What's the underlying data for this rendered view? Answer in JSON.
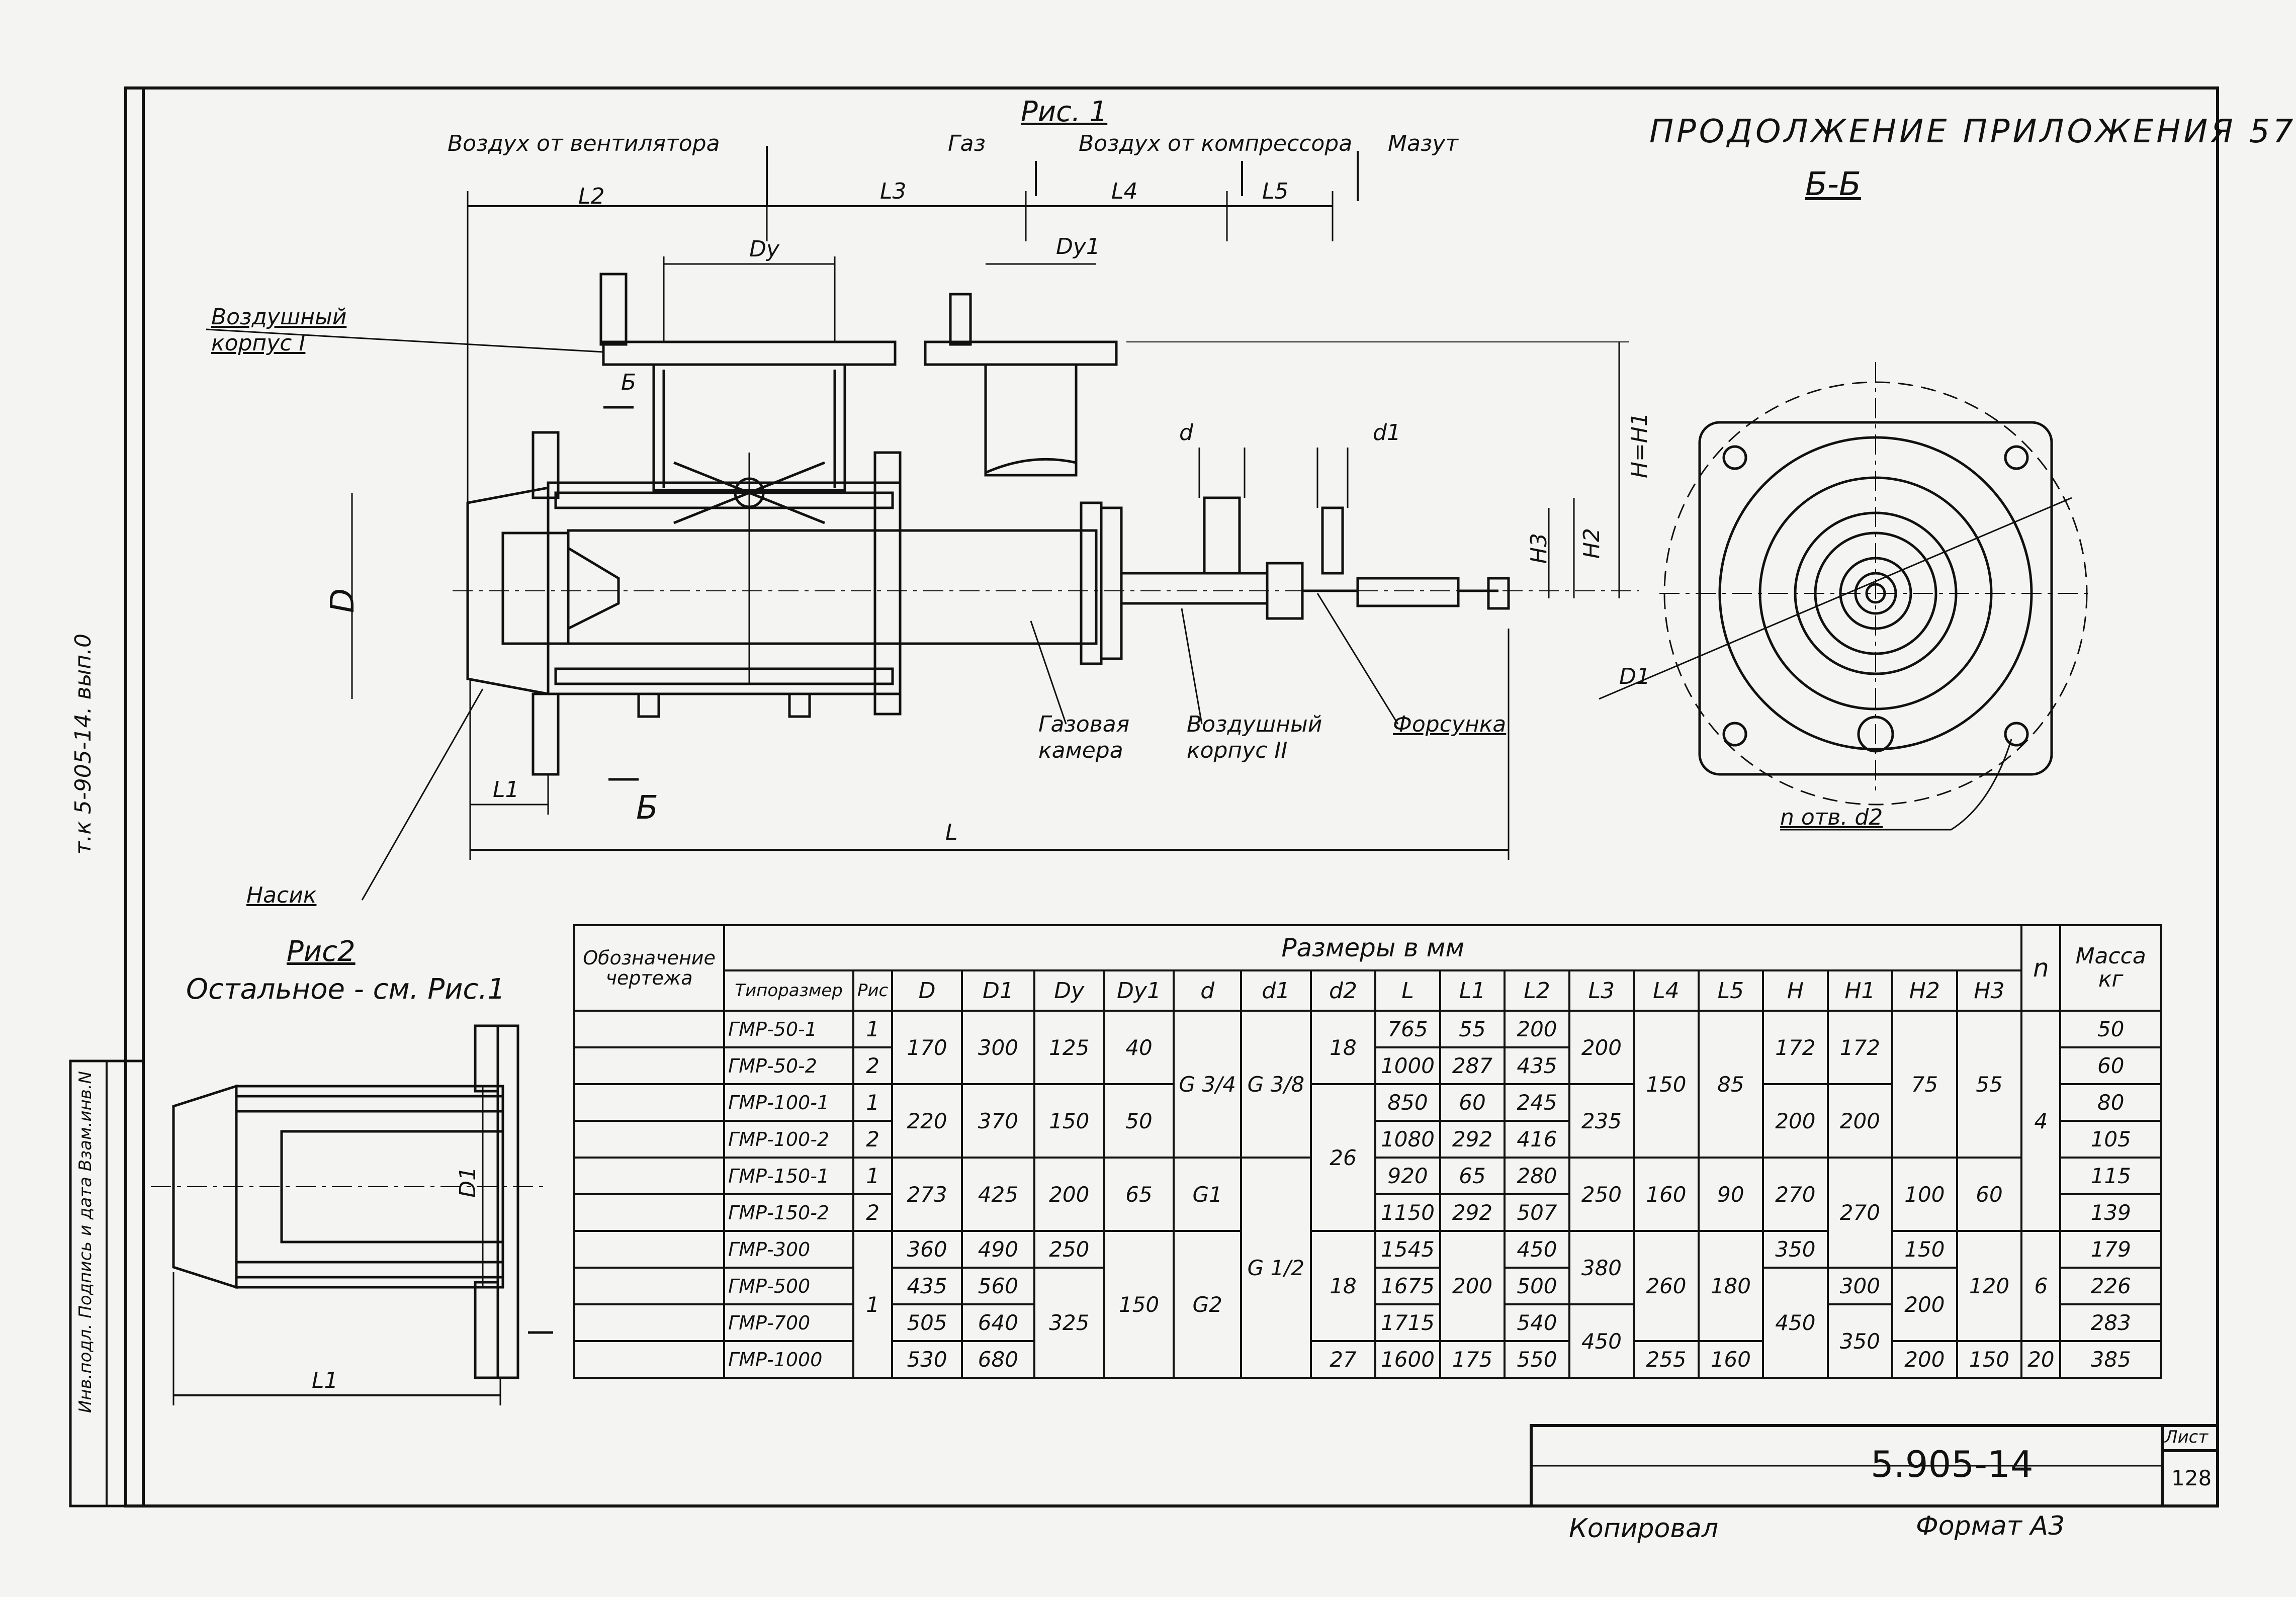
{
  "header": {
    "continuation": "ПРОДОЛЖЕНИЕ ПРИЛОЖЕНИЯ 57",
    "section": "Б-Б"
  },
  "fig1": {
    "title": "Рис. 1",
    "air_fan": "Воздух от вентилятора",
    "gas": "Газ",
    "air_compressor": "Воздух от компрессора",
    "fuel_oil": "Мазут",
    "air_body_1": "Воздушный корпус I",
    "gas_chamber": "Газовая камера",
    "air_body_2": "Воздушный корпус II",
    "nozzle": "Форсунка",
    "tip": "Насик",
    "dims": {
      "L2": "L2",
      "L3": "L3",
      "L4": "L4",
      "L5": "L5",
      "L": "L",
      "L1": "L1",
      "Dy": "Dy",
      "Dy1": "Dy1",
      "d": "d",
      "d1": "d1",
      "D": "D",
      "H_H1": "H=H1",
      "H2": "H2",
      "H3": "H3",
      "B": "Б",
      "B2": "Б"
    }
  },
  "section_view": {
    "D1": "D1",
    "holes": "n отв. d2"
  },
  "fig2": {
    "title": "Рис2",
    "note": "Остальное - см. Рис.1",
    "D1": "D1",
    "L1": "L1"
  },
  "side_text": {
    "doc_code": "т.к 5-905-14. вып.0",
    "stamp": "Инв.подл. Подпись и дата Взам.инв.N"
  },
  "table": {
    "col_designation": "Обозначение чертежа",
    "col_sizes": "Размеры в мм",
    "col_n": "n",
    "col_mass": "Масса кг",
    "subheaders": [
      "Типоразмер",
      "Рис",
      "D",
      "D1",
      "Dy",
      "Dy1",
      "d",
      "d1",
      "d2",
      "L",
      "L1",
      "L2",
      "L3",
      "L4",
      "L5",
      "H",
      "H1",
      "H2",
      "H3"
    ],
    "rows": [
      {
        "type": "ГМР-50-1",
        "fig": "1",
        "L": "765",
        "L1": "55",
        "L2": "200",
        "mass": "50"
      },
      {
        "type": "ГМР-50-2",
        "fig": "2",
        "L": "1000",
        "L1": "287",
        "L2": "435",
        "mass": "60"
      },
      {
        "type": "ГМР-100-1",
        "fig": "1",
        "L": "850",
        "L1": "60",
        "L2": "245",
        "mass": "80"
      },
      {
        "type": "ГМР-100-2",
        "fig": "2",
        "L": "1080",
        "L1": "292",
        "L2": "416",
        "mass": "105"
      },
      {
        "type": "ГМР-150-1",
        "fig": "1",
        "L": "920",
        "L1": "65",
        "L2": "280",
        "mass": "115"
      },
      {
        "type": "ГМР-150-2",
        "fig": "2",
        "L": "1150",
        "L1": "292",
        "L2": "507",
        "mass": "139"
      },
      {
        "type": "ГМР-300",
        "L": "1545",
        "L2": "450",
        "mass": "179"
      },
      {
        "type": "ГМР-500",
        "L": "1675",
        "L2": "500",
        "mass": "226"
      },
      {
        "type": "ГМР-700",
        "L": "1715",
        "L2": "540",
        "mass": "283"
      },
      {
        "type": "ГМР-1000",
        "L": "1600",
        "L1": "175",
        "L2": "550",
        "mass": "385"
      }
    ],
    "merged": {
      "fig_1000": "1",
      "D_50": "170",
      "D1_50": "300",
      "Dy_50": "125",
      "Dy1_50": "40",
      "D_100": "220",
      "D1_100": "370",
      "Dy_100": "150",
      "Dy1_100": "50",
      "D_150": "273",
      "D1_150": "425",
      "Dy_150": "200",
      "Dy1_150": "65",
      "D_300": "360",
      "D1_300": "490",
      "Dy_300": "250",
      "D_500": "435",
      "D1_500": "560",
      "D_700": "505",
      "D1_700": "640",
      "Dy_700": "325",
      "D_1000": "530",
      "D1_1000": "680",
      "Dy1_300": "150",
      "d_50": "G 3/4",
      "d_150": "G1",
      "d_300": "G2",
      "d1_50": "G 3/8",
      "d1_150": "G 1/2",
      "d2_50": "18",
      "d2_100": "26",
      "d2_300": "18",
      "d2_1000": "27",
      "L1_300": "200",
      "L3_50": "200",
      "L3_100": "235",
      "L3_150": "250",
      "L3_300": "380",
      "L3_700": "450",
      "L4_50": "150",
      "L4_150": "160",
      "L4_300": "260",
      "L4_1000": "255",
      "L5_50": "85",
      "L5_150": "90",
      "L5_300": "180",
      "L5_1000": "160",
      "H_50": "172",
      "H_100": "200",
      "H_150": "270",
      "H_300": "350",
      "H_500": "450",
      "H1_50": "172",
      "H1_100": "200",
      "H1_150": "270",
      "H1_500": "300",
      "H1_700": "350",
      "H2_50": "75",
      "H2_150": "100",
      "H2_300": "150",
      "H2_500": "200",
      "H2_1000": "200",
      "H3_50": "55",
      "H3_150": "60",
      "H3_300": "120",
      "H3_1000": "150",
      "n_50": "4",
      "n_300": "6",
      "n_1000": "20"
    }
  },
  "title_block": {
    "code": "5.905-14",
    "sheet_label": "Лист",
    "sheet_no": "128",
    "copied": "Копировал",
    "format": "Формат А3"
  }
}
